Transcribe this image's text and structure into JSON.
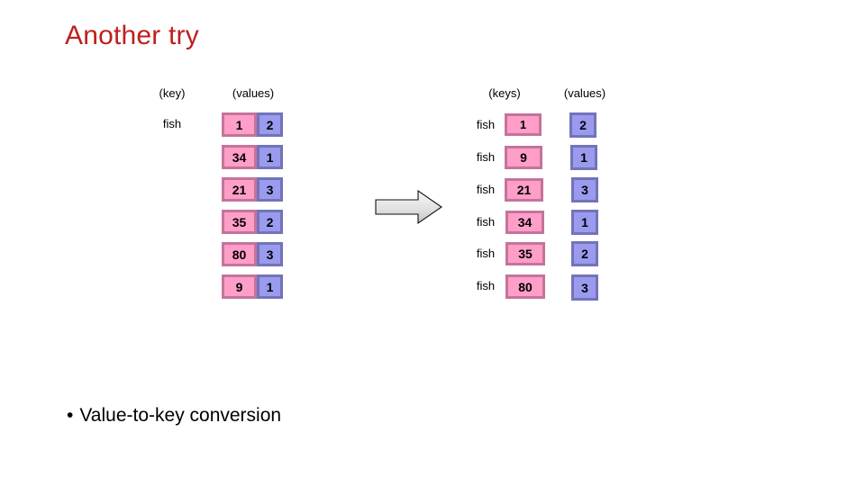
{
  "slide": {
    "title": "Another try",
    "title_color": "#bf1f1c",
    "background": "#ffffff",
    "bullet": {
      "marker": "•",
      "text": "Value-to-key conversion"
    }
  },
  "palette": {
    "key_fill": "#ff9ec8",
    "key_border": "#c5739a",
    "value_fill": "#9a9aef",
    "value_border": "#7373b9",
    "arrow_fill_light": "#f2f2f2",
    "arrow_fill_dark": "#c9c9c9",
    "arrow_outline": "#000000"
  },
  "left_table": {
    "headers": {
      "key": "(key)",
      "values": "(values)"
    },
    "row_label": "fish",
    "rows": [
      {
        "label": "fish",
        "key": "1",
        "value": "2"
      },
      {
        "label": "",
        "key": "34",
        "value": "1"
      },
      {
        "label": "",
        "key": "21",
        "value": "3"
      },
      {
        "label": "",
        "key": "35",
        "value": "2"
      },
      {
        "label": "",
        "key": "80",
        "value": "3"
      },
      {
        "label": "",
        "key": "9",
        "value": "1"
      }
    ]
  },
  "right_table": {
    "headers": {
      "keys": "(keys)",
      "values": "(values)"
    },
    "rows": [
      {
        "label": "fish",
        "key": "1",
        "value": "2"
      },
      {
        "label": "fish",
        "key": "9",
        "value": "1"
      },
      {
        "label": "fish",
        "key": "21",
        "value": "3"
      },
      {
        "label": "fish",
        "key": "34",
        "value": "1"
      },
      {
        "label": "fish",
        "key": "35",
        "value": "2"
      },
      {
        "label": "fish",
        "key": "80",
        "value": "3"
      }
    ]
  },
  "arrow": {
    "name": "right-block-arrow",
    "direction": "right"
  }
}
